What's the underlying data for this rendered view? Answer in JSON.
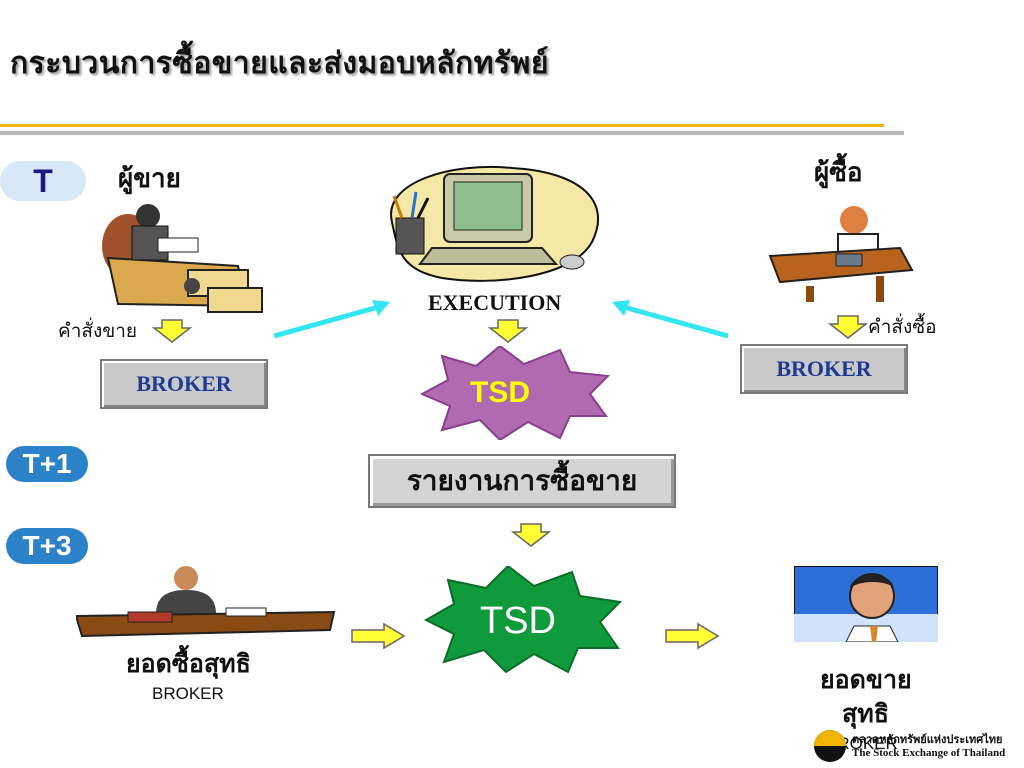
{
  "title": "กระบวนการซื้อขายและส่งมอบหลักทรัพย์",
  "timeline": {
    "t": "T",
    "t1": "T+1",
    "t3": "T+3"
  },
  "seller": {
    "label": "ผู้ขาย",
    "order": "คำสั่งขาย",
    "broker": "BROKER"
  },
  "buyer": {
    "label": "ผู้ซื้อ",
    "order": "คำสั่งซื้อ",
    "broker": "BROKER"
  },
  "execution": {
    "label": "EXECUTION"
  },
  "tsd_top": "TSD",
  "report": "รายงานการซื้อขาย",
  "tsd_bottom": "TSD",
  "net_buy": {
    "label": "ยอดซื้อสุทธิ",
    "broker": "BROKER"
  },
  "net_sell": {
    "line1": "ยอดขาย",
    "line2": "สุทธิ",
    "broker": "BROKER"
  },
  "logo": {
    "th": "ตลาดหลักทรัพย์แห่งประเทศไทย",
    "en": "The Stock Exchange of Thailand"
  },
  "colors": {
    "gold_rule": "#f0b400",
    "gray_rule": "#b7b7b7",
    "pill_blue": "#2b82c8",
    "arrow_cyan": "#33e6f0",
    "arrow_yellow": "#ffff33",
    "tsd_purple": "#b06ab0",
    "tsd_green": "#0f9a3c",
    "broker_text": "#1f3a93"
  }
}
